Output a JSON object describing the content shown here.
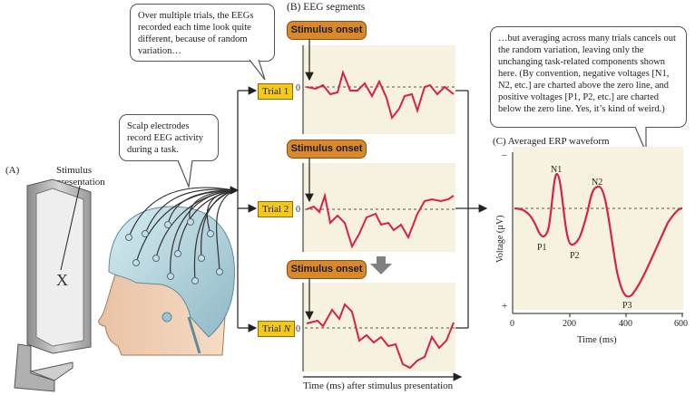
{
  "panel_a": {
    "label": "(A)",
    "stimulus_label": "Stimulus presentation",
    "screen_char": "X",
    "scalp_callout": "Scalp electrodes record EEG activity during a task."
  },
  "panel_b": {
    "label": "(B) EEG segments",
    "callout": "Over multiple trials, the EEGs recorded each time look quite different, because of random variation…",
    "onset_label": "Stimulus onset",
    "trials": [
      "Trial 1",
      "Trial 2",
      "Trial N"
    ],
    "zero_label": "0",
    "time_axis_label": "Time (ms) after stimulus presentation"
  },
  "panel_c": {
    "label": "(C) Averaged ERP waveform",
    "callout": "…but averaging across many trials cancels out the random variation, leaving only the unchanging task-related components shown here. (By convention, negative voltages [N1, N2, etc.] are charted above the zero line, and positive voltages [P1, P2, etc.] are charted below the zero line. Yes, it’s kind of weird.)",
    "ylabel": "Voltage (µV)",
    "y_minus": "–",
    "y_plus": "+",
    "xlabel": "Time (ms)",
    "xticks": [
      "0",
      "200",
      "400",
      "600"
    ],
    "peaks": [
      "N1",
      "N2",
      "P1",
      "P2",
      "P3"
    ]
  },
  "colors": {
    "trace": "#d9204a",
    "panel_bg": "#f7f2df",
    "trial_box": "#f3c81a",
    "onset_box": "#d9892b"
  }
}
